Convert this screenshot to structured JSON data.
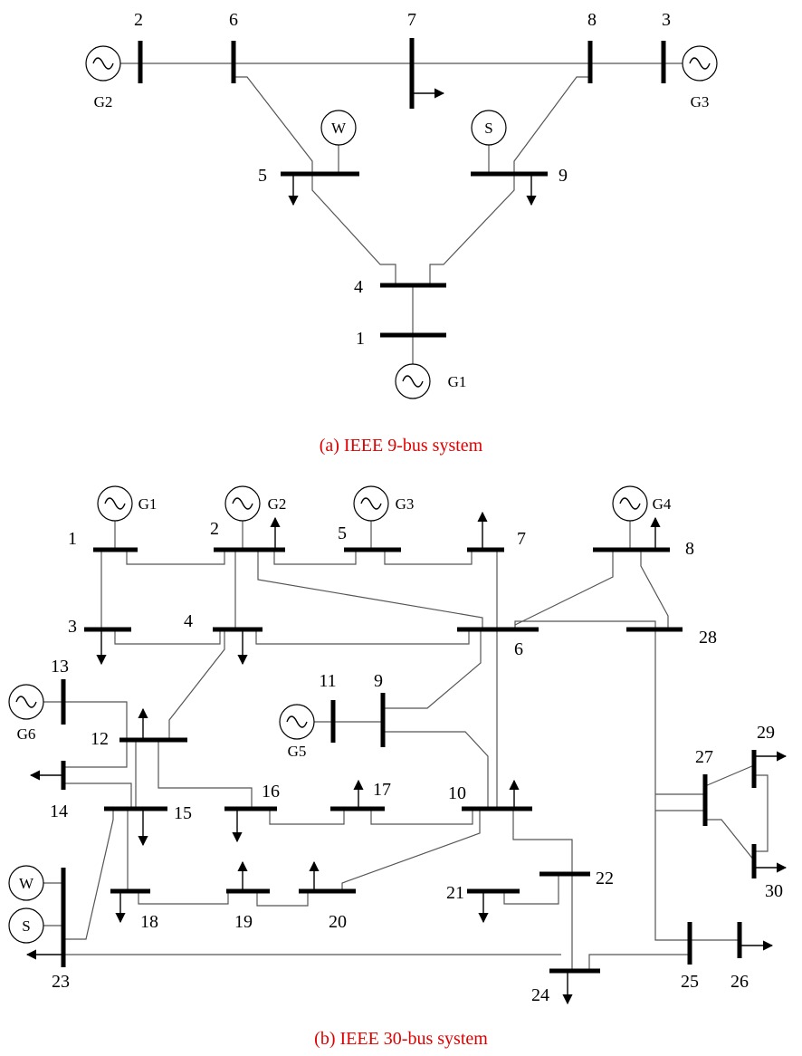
{
  "ieee9": {
    "caption": "(a) IEEE 9-bus system",
    "bus_labels": [
      "1",
      "2",
      "3",
      "4",
      "5",
      "6",
      "7",
      "8",
      "9"
    ],
    "generators": [
      "G1",
      "G2",
      "G3"
    ],
    "renewables": [
      "W",
      "S"
    ]
  },
  "ieee30": {
    "caption": "(b) IEEE 30-bus system",
    "bus_labels": [
      "1",
      "2",
      "3",
      "4",
      "5",
      "6",
      "7",
      "8",
      "9",
      "10",
      "11",
      "12",
      "13",
      "14",
      "15",
      "16",
      "17",
      "18",
      "19",
      "20",
      "21",
      "22",
      "23",
      "24",
      "25",
      "26",
      "27",
      "28",
      "29",
      "30"
    ],
    "generators": [
      "G1",
      "G2",
      "G3",
      "G4",
      "G5",
      "G6"
    ],
    "renewables": [
      "W",
      "S"
    ]
  }
}
